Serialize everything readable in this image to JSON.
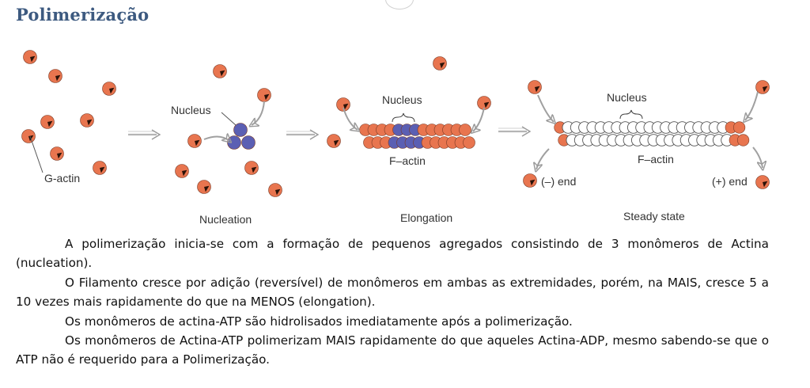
{
  "page": {
    "title": "Polimerização"
  },
  "diagram": {
    "labels": {
      "g_actin": "G-actin",
      "nucleus_1": "Nucleus",
      "nucleus_2": "Nucleus",
      "nucleus_3": "Nucleus",
      "f_actin_1": "F–actin",
      "f_actin_2": "F–actin",
      "minus_end": "(–) end",
      "plus_end": "(+) end"
    },
    "stages": {
      "nucleation": "Nucleation",
      "elongation": "Elongation",
      "steady_state": "Steady state"
    },
    "colors": {
      "monomer": "#e8754f",
      "nucleus": "#5b5fb3",
      "adp_filament": "#ffffff",
      "arrow": "#a9a9a9"
    }
  },
  "paragraphs": [
    "A polimerização inicia-se com a formação de pequenos agregados consistindo de 3 monômeros de Actina (nucleation).",
    "O Filamento cresce por adição (reversível) de monômeros em ambas as extremidades, porém, na MAIS, cresce 5 a 10 vezes mais rapidamente do que na MENOS (elongation).",
    "Os monômeros de actina-ATP são hidrolisados imediatamente após a polimerização.",
    "Os monômeros de Actina-ATP polimerizam MAIS rapidamente do que aqueles Actina-ADP, mesmo sabendo-se que o ATP não é requerido para a Polimerização."
  ]
}
